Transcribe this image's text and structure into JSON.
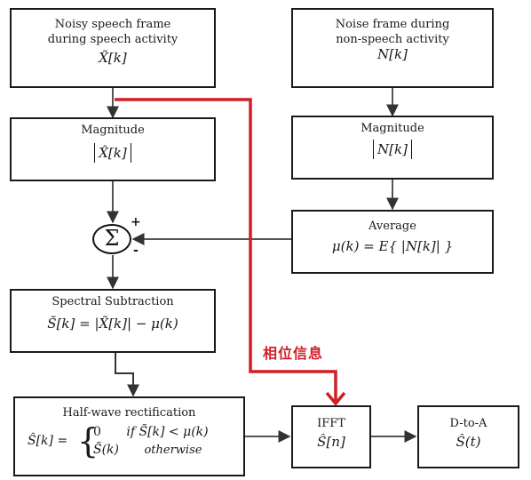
{
  "boxes": {
    "noisy": {
      "line1": "Noisy speech frame",
      "line2": "during speech activity",
      "math": "X̃[k]"
    },
    "noise": {
      "line1": "Noise frame during",
      "line2": "non-speech activity",
      "math": "N[k]"
    },
    "mag_left": {
      "title": "Magnitude",
      "math": "X̂[k]"
    },
    "mag_right": {
      "title": "Magnitude",
      "math": "N[k]"
    },
    "average": {
      "title": "Average",
      "math": "μ(k) = E{ |N[k]| }"
    },
    "spectral": {
      "title": "Spectral Subtraction",
      "math": "S̃[k] = |X̃[k]| − μ(k)"
    },
    "halfwave": {
      "title": "Half-wave rectification",
      "lhs": "Ŝ[k] =",
      "row1_value": "0",
      "row1_cond": "if S̃[k] < μ(k)",
      "row2_value": "S̃(k)",
      "row2_cond": "otherwise"
    },
    "ifft": {
      "title": "IFFT",
      "math": "Ŝ[n]"
    },
    "dtoa": {
      "title": "D-to-A",
      "math": "Ŝ(t)"
    }
  },
  "summer": {
    "symbol": "Σ",
    "plus": "+",
    "minus": "-"
  },
  "phase_label": "相位信息",
  "colors": {
    "phase_path": "#d11f26",
    "line": "#1a1a1a",
    "arrow_gray": "#555555"
  }
}
